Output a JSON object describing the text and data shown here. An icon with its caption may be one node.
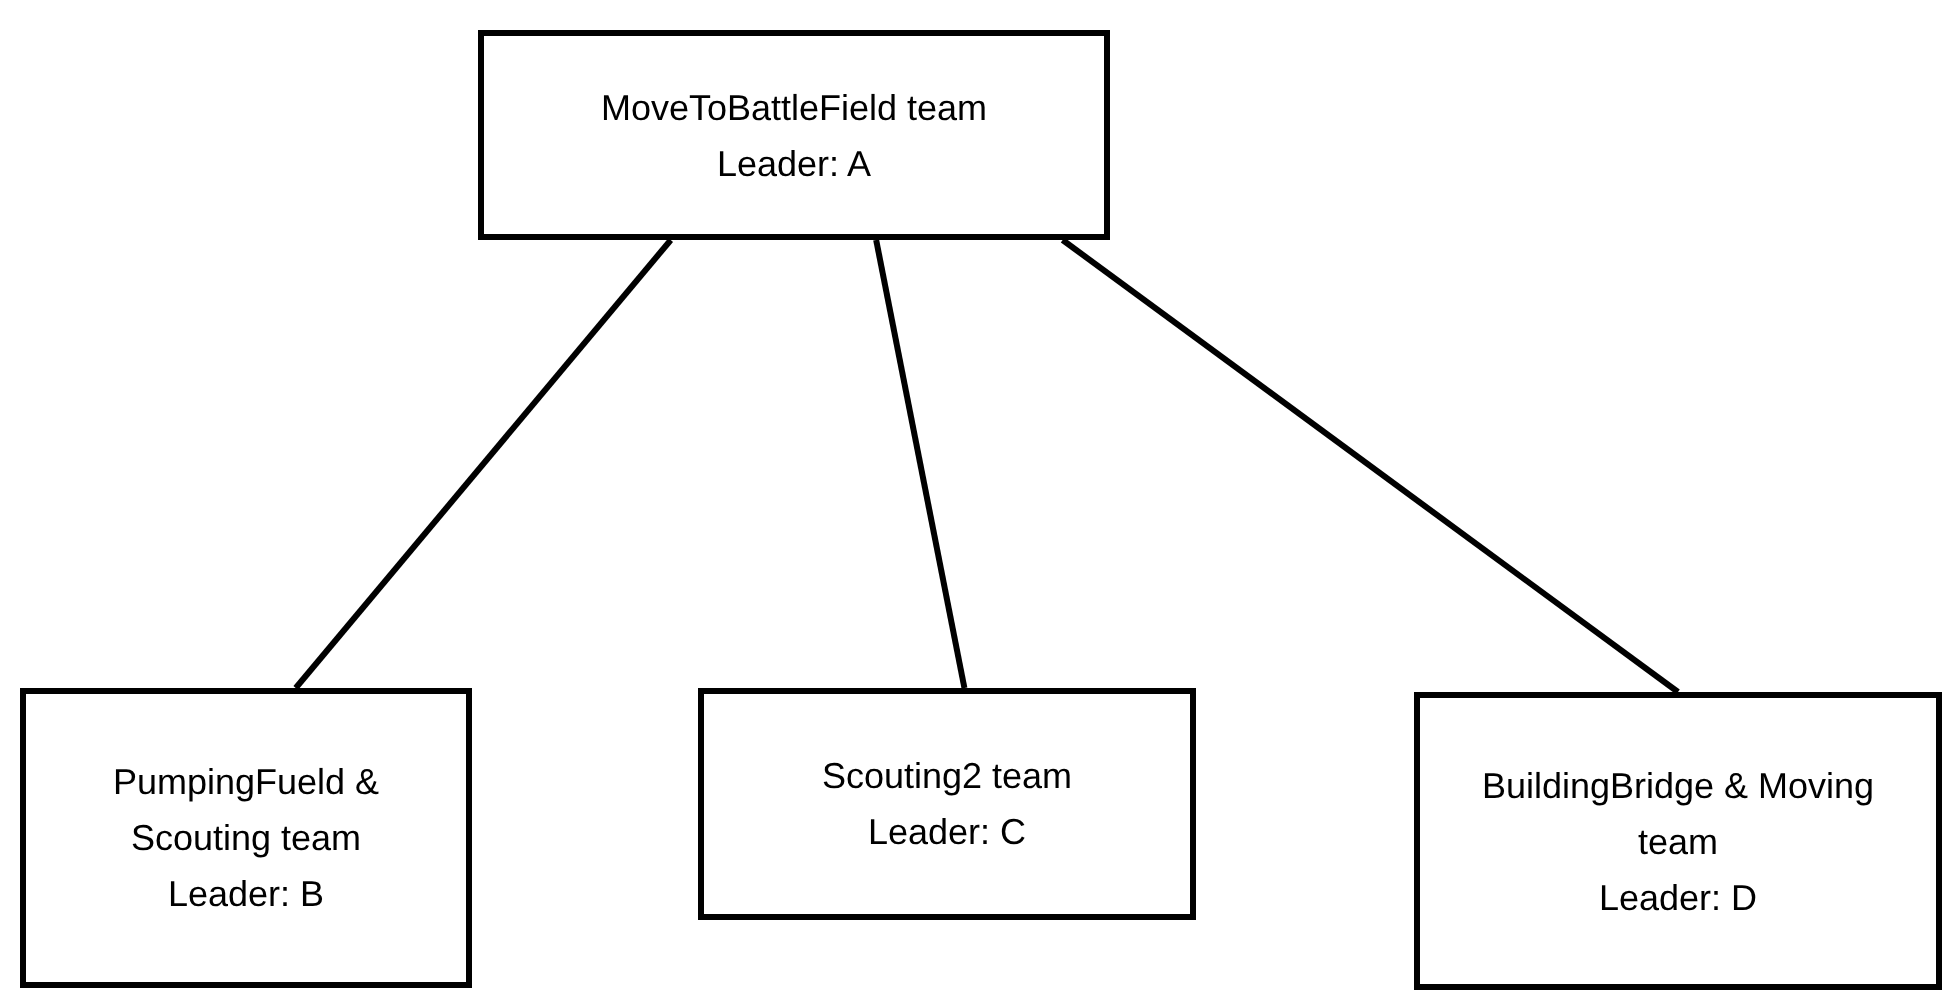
{
  "diagram": {
    "nodes": [
      {
        "text": [
          "MoveToBattleField team",
          "Leader: A"
        ]
      },
      {
        "text": [
          "PumpingFueld & Scouting team",
          "Leader: B"
        ]
      },
      {
        "text": [
          "Scouting2 team",
          "Leader: C"
        ]
      },
      {
        "text": [
          "BuildingBridge & Moving team",
          "Leader: D"
        ]
      }
    ],
    "edges": [
      {
        "from": 0,
        "to": 1,
        "arrow": "none"
      },
      {
        "from": 0,
        "to": 2,
        "arrow": "none"
      },
      {
        "from": 0,
        "to": 3,
        "arrow": "none"
      }
    ]
  }
}
